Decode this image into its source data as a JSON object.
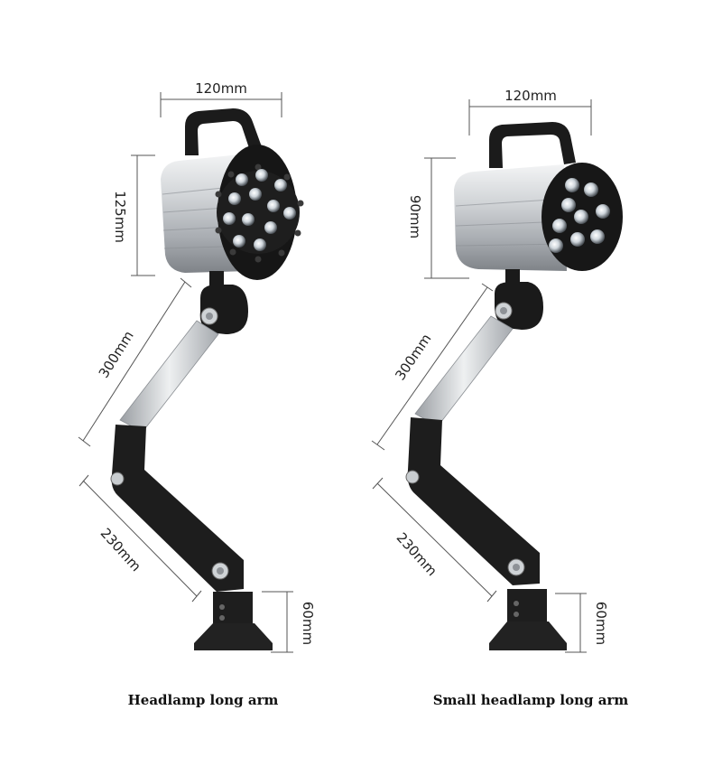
{
  "lamps": [
    {
      "caption": "Headlamp long arm",
      "dims": {
        "width": "120mm",
        "height": "125mm",
        "arm1": "300mm",
        "arm2": "230mm",
        "base": "60mm"
      },
      "led_count": 12
    },
    {
      "caption": "Small headlamp long arm",
      "dims": {
        "width": "120mm",
        "height": "90mm",
        "arm1": "300mm",
        "arm2": "230mm",
        "base": "60mm"
      },
      "led_count": 9
    }
  ],
  "colors": {
    "body_silver": "#c9ccd0",
    "housing_black": "#1a1a1a",
    "led": "#e8eef2"
  }
}
